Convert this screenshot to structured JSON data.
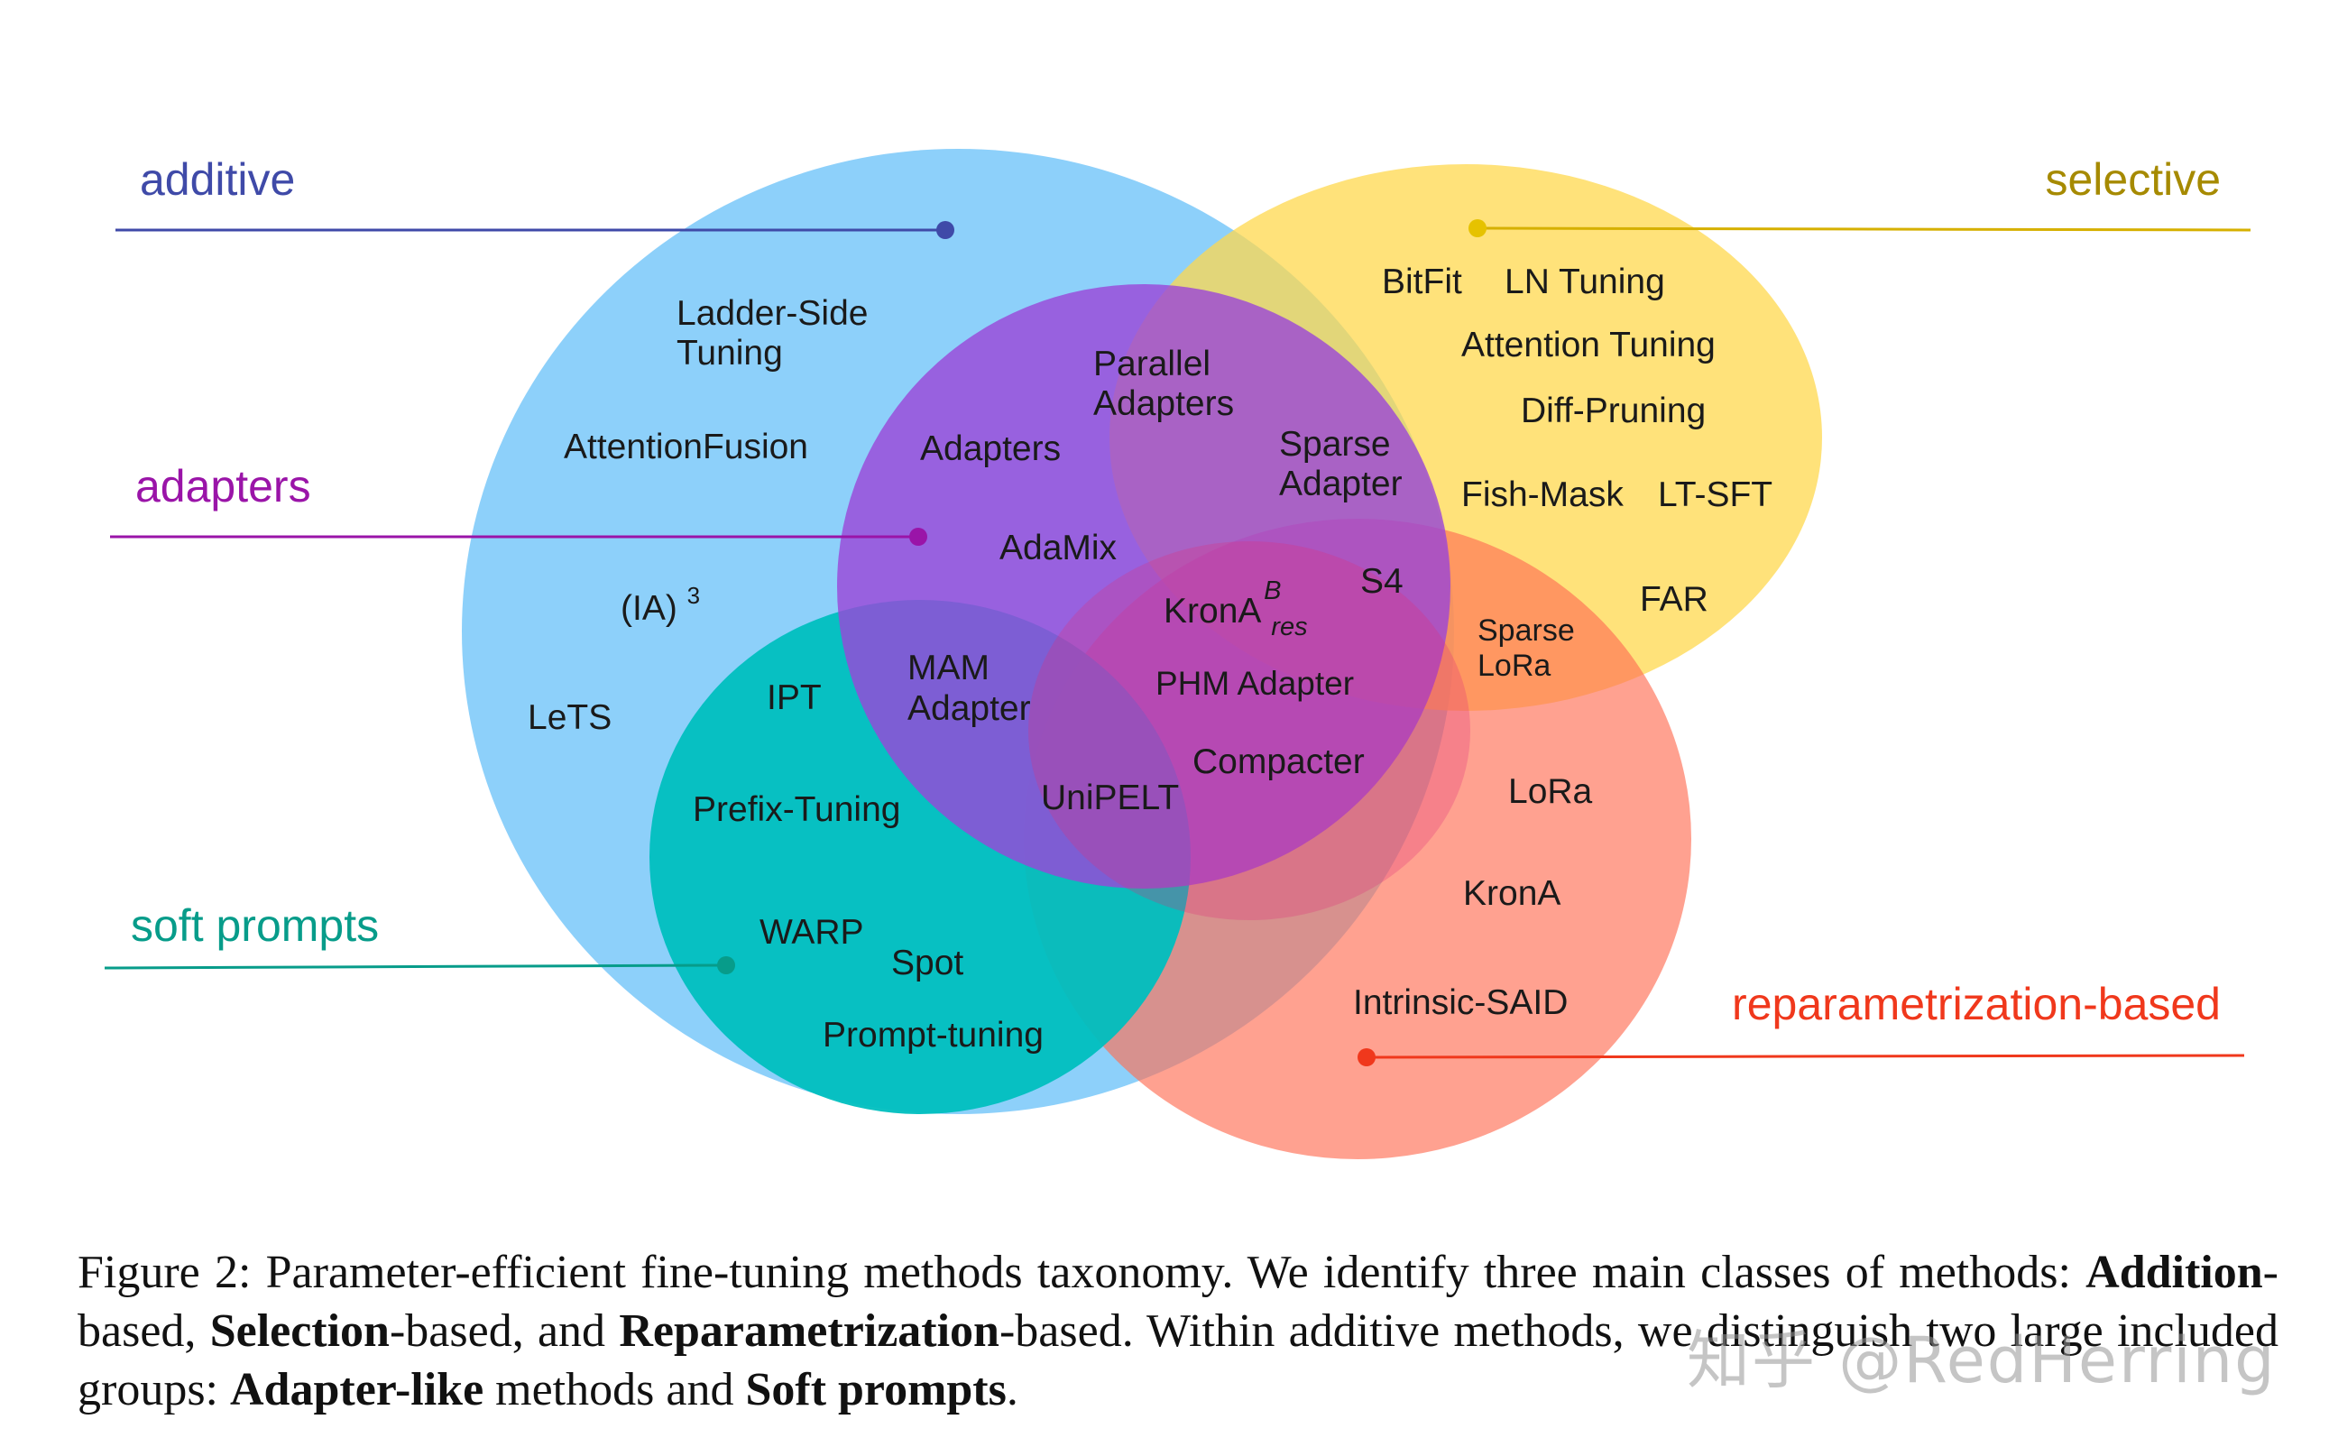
{
  "categories": {
    "additive": {
      "label": "additive",
      "color": "#3f4aa8"
    },
    "selective": {
      "label": "selective",
      "color": "#a68a00"
    },
    "adapters": {
      "label": "adapters",
      "color": "#9a14a8"
    },
    "soft_prompts": {
      "label": "soft prompts",
      "color": "#079c8a"
    },
    "reparam": {
      "label": "reparametrization-based",
      "color": "#f0381c"
    }
  },
  "region_colors": {
    "additive": "#87cefa",
    "selective": "#ffdf70",
    "adapters": "#9f5bdc",
    "soft_prompts": "#00bfc2",
    "reparam": "#ff9a85"
  },
  "methods": {
    "ladder_side_1": "Ladder-Side",
    "ladder_side_2": "Tuning",
    "attention_fusion": "AttentionFusion",
    "ia3_base": "(IA)",
    "ia3_sup": "3",
    "lets": "LeTS",
    "parallel_1": "Parallel",
    "parallel_2": "Adapters",
    "adapters": "Adapters",
    "adamix": "AdaMix",
    "sparse_adapter_1": "Sparse",
    "sparse_adapter_2": "Adapter",
    "s4": "S4",
    "krona_res_base": "KronA",
    "krona_res_sup": "B",
    "krona_res_sub": "res",
    "mam_1": "MAM",
    "mam_2": "Adapter",
    "phm": "PHM Adapter",
    "compacter": "Compacter",
    "unipelt": "UniPELT",
    "ipt": "IPT",
    "prefix_tuning": "Prefix-Tuning",
    "warp": "WARP",
    "spot": "Spot",
    "prompt_tuning": "Prompt-tuning",
    "bitfit": "BitFit",
    "ln_tuning": "LN Tuning",
    "attention_tuning": "Attention Tuning",
    "diff_pruning": "Diff-Pruning",
    "fish_mask": "Fish-Mask",
    "lt_sft": "LT-SFT",
    "far": "FAR",
    "sparse_lora_1": "Sparse",
    "sparse_lora_2": "LoRa",
    "lora": "LoRa",
    "krona": "KronA",
    "intrinsic_said": "Intrinsic-SAID"
  },
  "caption": {
    "p1": "Figure 2: Parameter-efficient fine-tuning methods taxonomy. We identify three main classes of methods: ",
    "b1": "Addition",
    "p2": "-based, ",
    "b2": "Selection",
    "p3": "-based, and ",
    "b3": "Reparametrization",
    "p4": "-based. Within additive methods, we distinguish two large included groups: ",
    "b4": "Adapter-like",
    "p5": " methods and ",
    "b5": "Soft prompts",
    "p6": "."
  },
  "watermark": "知乎 @RedHerring"
}
